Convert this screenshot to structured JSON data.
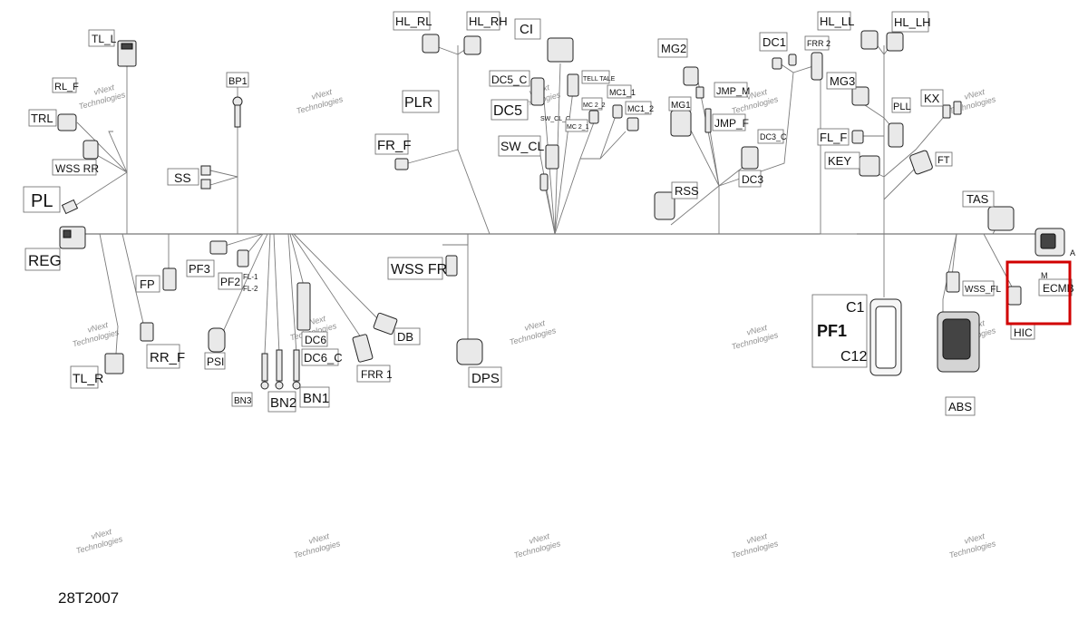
{
  "document_code": "28T2007",
  "highlight_color": "#d10000",
  "watermark": {
    "line1": "vNext",
    "line2": "Technologies"
  },
  "connectors": {
    "tl_l": "TL_L",
    "rl_f": "RL_F",
    "trl": "TRL",
    "wss_rr": "WSS RR",
    "pl": "PL",
    "reg": "REG",
    "bp1": "BP1",
    "ss": "SS",
    "pf3": "PF3",
    "pf2": "PF2",
    "fl1": "FL-1",
    "fl2": "FL-2",
    "fp": "FP",
    "rr_f": "RR_F",
    "tl_r": "TL_R",
    "psi": "PSI",
    "bn3": "BN3",
    "bn2": "BN2",
    "bn1": "BN1",
    "dc6": "DC6",
    "dc6_c": "DC6_C",
    "frr1": "FRR 1",
    "db": "DB",
    "wss_fr": "WSS FR",
    "dps": "DPS",
    "hl_rl": "HL_RL",
    "hl_rh": "HL_RH",
    "ci": "CI",
    "plr": "PLR",
    "fr_f": "FR_F",
    "dc5_c": "DC5_C",
    "dc5": "DC5",
    "sw_cl_c_small": "SW_CL_C",
    "sw_cl": "SW_CL",
    "tell_tale": "TELL TALE",
    "mc2_2": "MC 2_2",
    "mc2_1": "MC 2_1",
    "mc1_1": "MC1_1",
    "mc1_2": "MC1_2",
    "mg2": "MG2",
    "mg1": "MG1",
    "jmp_m": "JMP_M",
    "jmp_f": "JMP_F",
    "rss": "RSS",
    "dc1": "DC1",
    "frr2": "FRR 2",
    "dc3_c": "DC3_C",
    "dc3": "DC3",
    "hl_ll": "HL_LL",
    "hl_lh": "HL_LH",
    "mg3": "MG3",
    "pll": "PLL",
    "kx": "KX",
    "fl_f": "FL_F",
    "key": "KEY",
    "ft": "FT",
    "tas": "TAS",
    "c1": "C1",
    "pf1": "PF1",
    "c12": "C12",
    "wss_fl": "WSS_FL",
    "abs": "ABS",
    "ecm_m": "M",
    "ecm_a": "A",
    "ecm": "ECMB",
    "hic": "HIC"
  }
}
